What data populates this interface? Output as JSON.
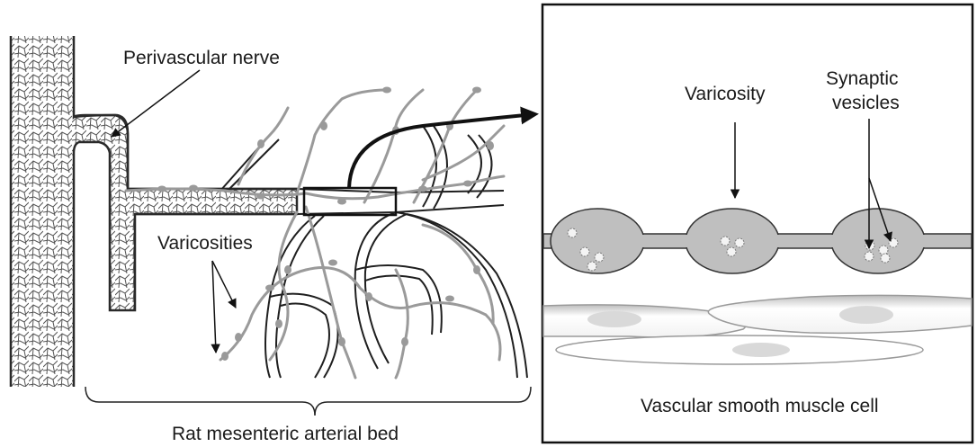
{
  "left_panel": {
    "nerve_label": "Perivascular nerve",
    "varicosities_label": "Varicosities",
    "caption": "Rat mesenteric arterial bed"
  },
  "right_panel": {
    "varicosity_label": "Varicosity",
    "synaptic_label_line1": "Synaptic",
    "synaptic_label_line2": "vesicles",
    "muscle_label": "Vascular smooth muscle cell"
  },
  "colors": {
    "nerve": "#9a9a9a",
    "vessel": "#2a2a2a",
    "varicosity_fill": "#bfbfbf",
    "muscle_nucleus": "#d9d9d9"
  }
}
